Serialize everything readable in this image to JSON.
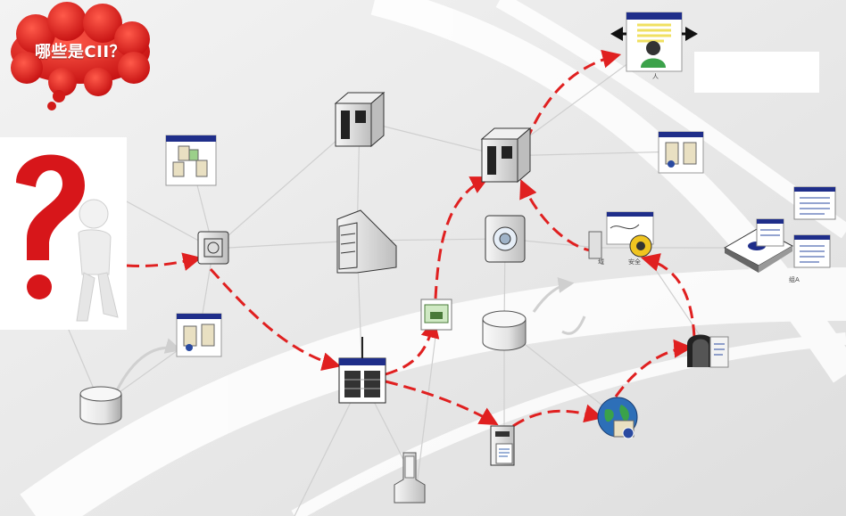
{
  "callout": {
    "text": "哪些是CII？",
    "color": "#e5191a"
  },
  "labels": {
    "person_node": "人",
    "domain_node": "域",
    "security_node": "安全",
    "server_bank": "组A"
  },
  "colors": {
    "dashed_arrow": "#e02020",
    "connector": "#cfcfcf",
    "question_mark": "#d7161a"
  }
}
